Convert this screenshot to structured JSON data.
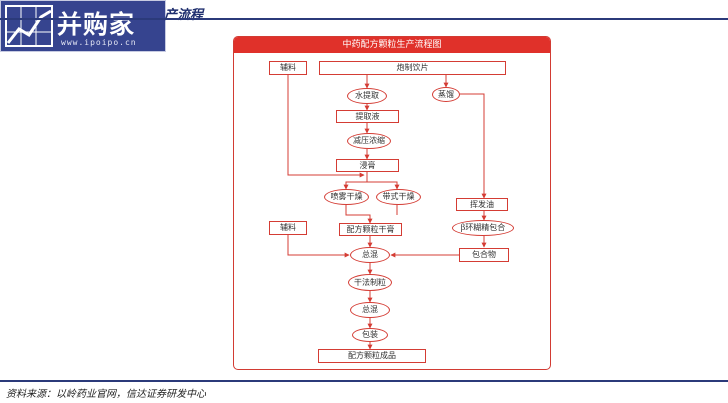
{
  "header": {
    "brand": "并购家",
    "url": "www.ipoipo.cn",
    "title": "产流程"
  },
  "diagram": {
    "title": "中药配方颗粒生产流程图",
    "nodes": {
      "fuliao1": "辅料",
      "paozhi": "炮制饮片",
      "shuitiqu": "水提取",
      "zhengliu": "蒸馏",
      "tiquye": "提取液",
      "jianya": "减压浓缩",
      "jingao": "浸膏",
      "penwu": "喷雾干燥",
      "daishi": "带式干燥",
      "huifayou": "挥发油",
      "fuliao2": "辅料",
      "peifangganggao": "配方颗粒干膏",
      "huanhujing": "β环糊精包合",
      "zonghun1": "总混",
      "baohewu": "包合物",
      "ganfa": "干法制粒",
      "zonghun2": "总混",
      "baozhuang": "包装",
      "chengpin": "配方颗粒成品"
    }
  },
  "footer": {
    "source": "资料来源：以岭药业官网，信达证券研发中心"
  },
  "colors": {
    "flow_red": "#d43c34",
    "title_bar_red": "#e0312a",
    "navy": "#2b3a7a"
  }
}
